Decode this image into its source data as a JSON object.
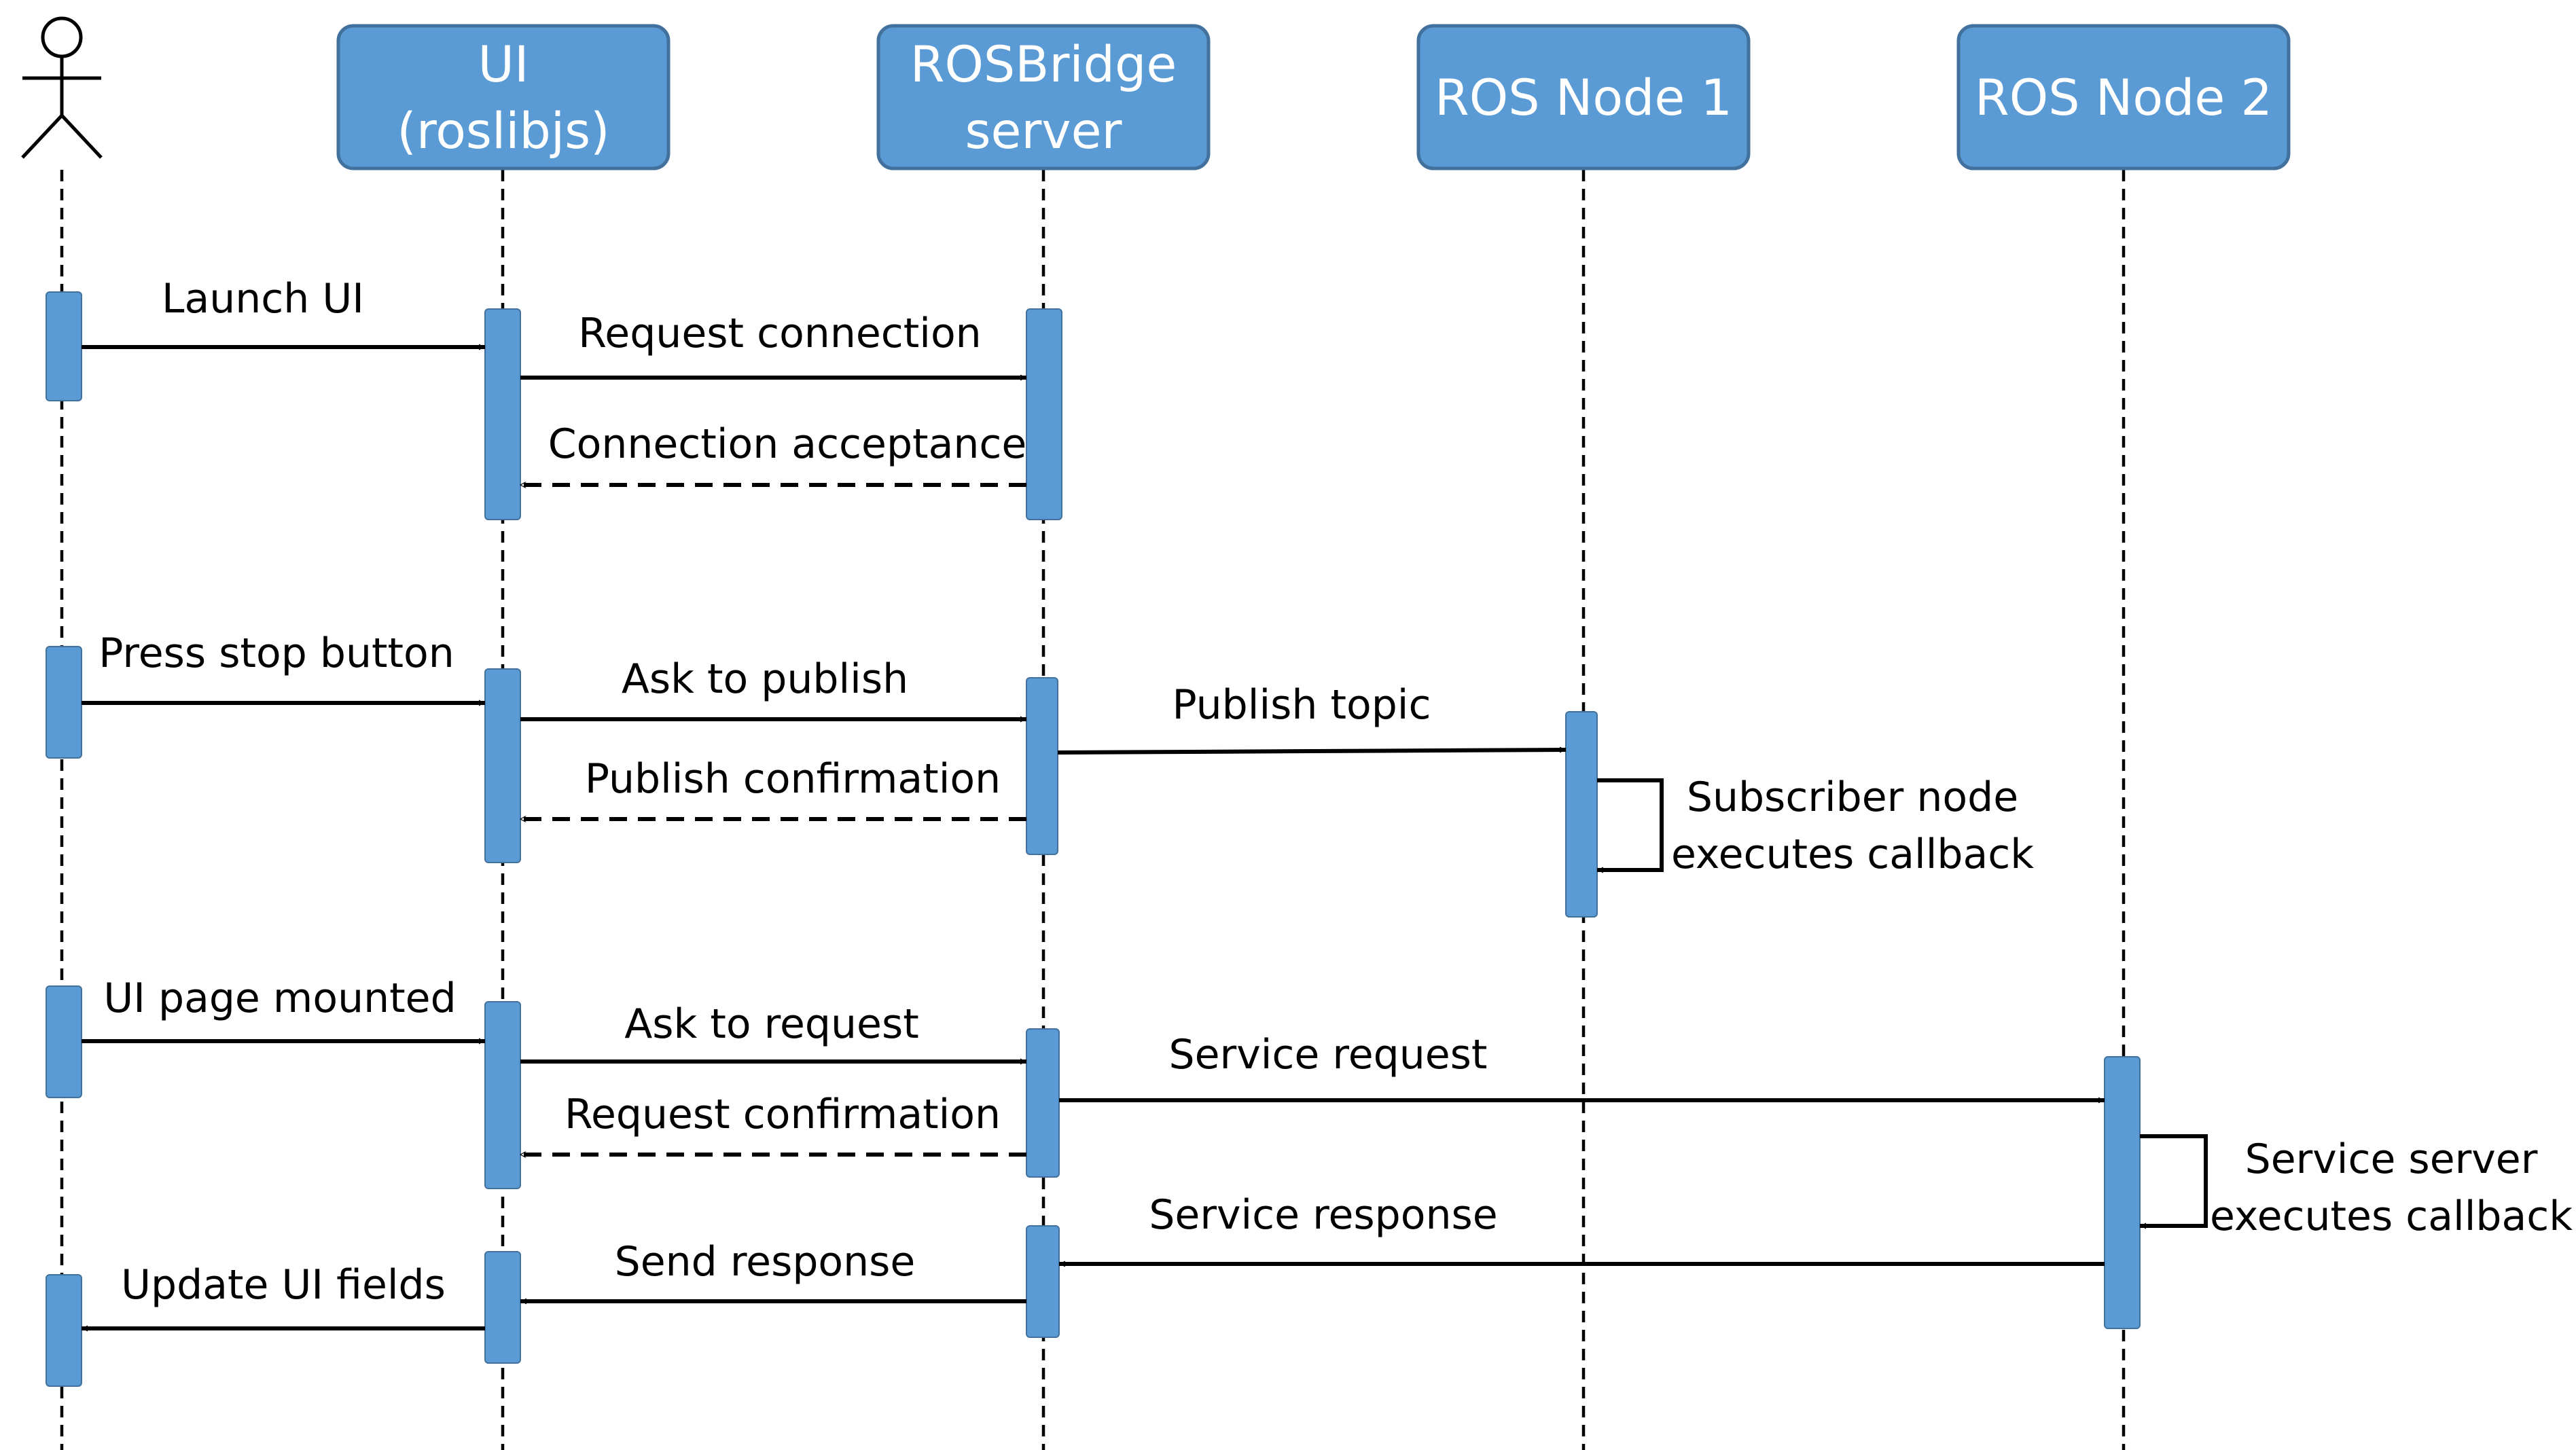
{
  "participants": {
    "ui": {
      "line1": "UI",
      "line2": "(roslibjs)"
    },
    "bridge": {
      "line1": "ROSBridge",
      "line2": "server"
    },
    "node1": {
      "line1": "ROS Node 1"
    },
    "node2": {
      "line1": "ROS Node 2"
    }
  },
  "messages": {
    "launch_ui": "Launch UI",
    "request_connection": "Request connection",
    "connection_acceptance": "Connection acceptance",
    "press_stop": "Press stop button",
    "ask_publish": "Ask to publish",
    "publish_topic": "Publish topic",
    "publish_confirmation": "Publish confirmation",
    "ui_page_mounted": "UI page mounted",
    "ask_request": "Ask to request",
    "service_request": "Service request",
    "request_confirmation": "Request confirmation",
    "service_response": "Service response",
    "send_response": "Send response",
    "update_ui": "Update UI fields"
  },
  "notes": {
    "subscriber_line1": "Subscriber node",
    "subscriber_line2": "executes callback",
    "service_line1": "Service server",
    "service_line2": "executes callback"
  },
  "colors": {
    "box_fill": "#5b9bd5",
    "box_stroke": "#41719c",
    "arrow": "#000000"
  }
}
